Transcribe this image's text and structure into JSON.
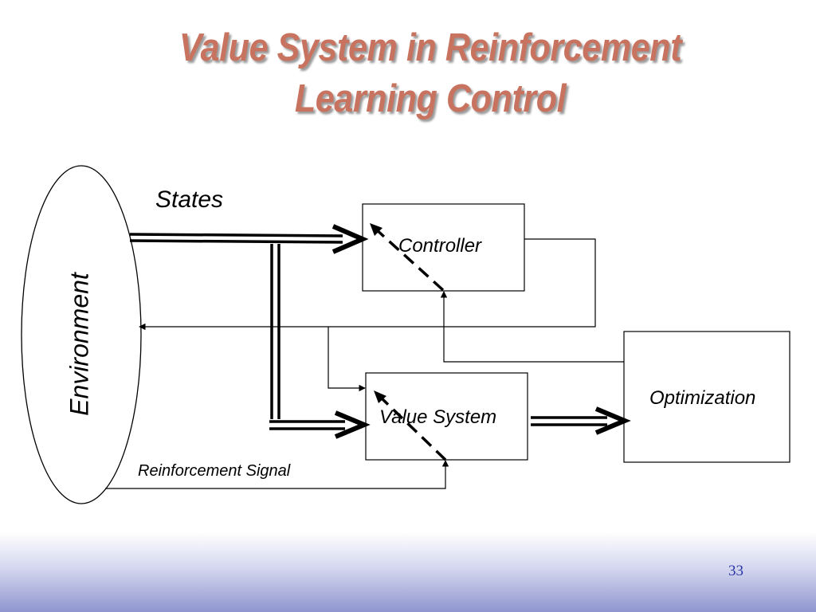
{
  "slide": {
    "title_line1": "Value System in Reinforcement",
    "title_line2": "Learning Control",
    "page_number": "33"
  },
  "diagram": {
    "environment": "Environment",
    "states": "States",
    "controller": "Controller",
    "value_system": "Value System",
    "optimization": "Optimization",
    "reinforcement_signal": "Reinforcement Signal"
  },
  "colors": {
    "title": "#c8735f",
    "footer_gradient_end": "#8f95cf",
    "page_number": "#2a35a8"
  }
}
